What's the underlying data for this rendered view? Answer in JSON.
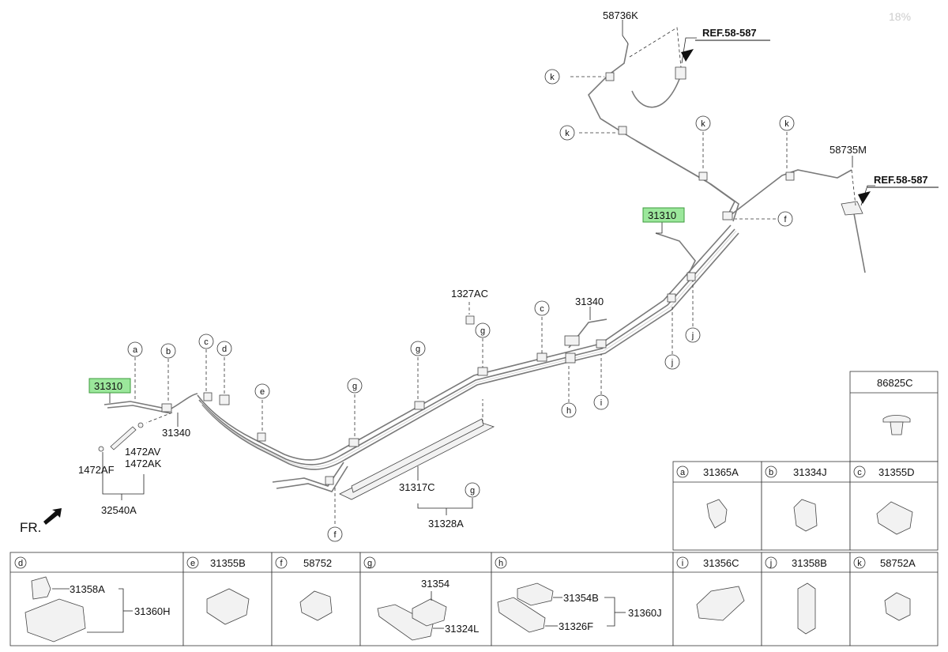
{
  "page_number": "18%",
  "direction_label": "FR.",
  "ref_labels": [
    "REF.58-587",
    "REF.58-587"
  ],
  "highlight_label": "31310",
  "diagram_labels": {
    "p58736K": "58736K",
    "p58735M": "58735M",
    "p31310_top": "31310",
    "p31310_left": "31310",
    "p1327AC": "1327AC",
    "p31340_center": "31340",
    "p31340_left": "31340",
    "p1472AV": "1472AV",
    "p1472AK": "1472AK",
    "p1472AF": "1472AF",
    "p32540A": "32540A",
    "p31317C": "31317C",
    "p31328A": "31328A"
  },
  "callouts": {
    "k1": "k",
    "k2": "k",
    "k3": "k",
    "k4": "k",
    "f_top": "f",
    "f_bottom": "f",
    "j1": "j",
    "j2": "j",
    "c_center": "c",
    "g_center": "g",
    "h": "h",
    "i": "i",
    "a": "a",
    "b": "b",
    "c_left": "c",
    "d": "d",
    "e": "e",
    "g1": "g",
    "g2": "g",
    "g3": "g"
  },
  "legend": {
    "top_cell": {
      "part": "86825C"
    },
    "row1": [
      {
        "letter": "a",
        "part": "31365A"
      },
      {
        "letter": "b",
        "part": "31334J"
      },
      {
        "letter": "c",
        "part": "31355D"
      }
    ],
    "row2": [
      {
        "letter": "d",
        "parts": [
          "31358A",
          "31360H"
        ]
      },
      {
        "letter": "e",
        "part": "31355B"
      },
      {
        "letter": "f",
        "part": "58752"
      },
      {
        "letter": "g",
        "parts": [
          "31354",
          "31324L"
        ]
      },
      {
        "letter": "h",
        "parts": [
          "31354B",
          "31360J",
          "31326F"
        ]
      },
      {
        "letter": "i",
        "part": "31356C"
      },
      {
        "letter": "j",
        "part": "31358B"
      },
      {
        "letter": "k",
        "part": "58752A"
      }
    ]
  },
  "colors": {
    "highlight_fill": "#9be79b",
    "highlight_border": "#3e9b3e",
    "line": "#7a7a7a",
    "ink": "#111111"
  }
}
